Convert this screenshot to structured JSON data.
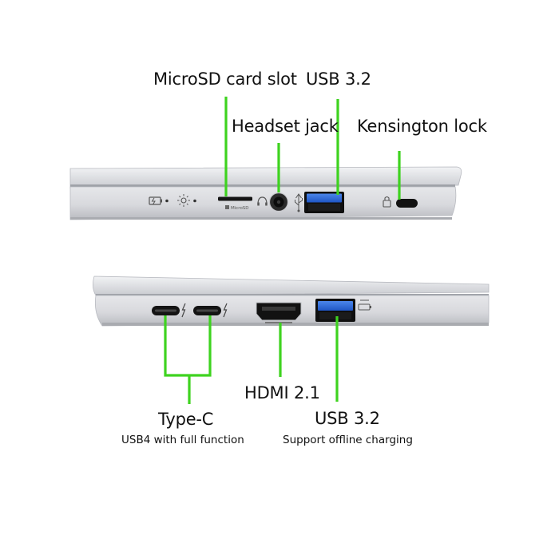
{
  "colors": {
    "callout": "#3ed31f",
    "chassis": "#d9dadf",
    "usb_blue": "#2f6fdc",
    "port_black": "#151515"
  },
  "top_view": {
    "labels": {
      "microsd": "MicroSD card slot",
      "usb32": "USB 3.2",
      "headset": "Headset jack",
      "kensington": "Kensington lock"
    },
    "icons": [
      "battery-charging-icon",
      "power-light-icon",
      "headset-icon",
      "usb-icon",
      "lock-icon"
    ],
    "slot_text": "MicroSD"
  },
  "bottom_view": {
    "labels": {
      "type_c": "Type-C",
      "type_c_sub": "USB4 with full function",
      "hdmi": "HDMI 2.1",
      "usb32": "USB 3.2",
      "usb32_sub": "Support offline charging"
    },
    "icons": [
      "thunderbolt-icon",
      "usb-charge-icon"
    ]
  }
}
